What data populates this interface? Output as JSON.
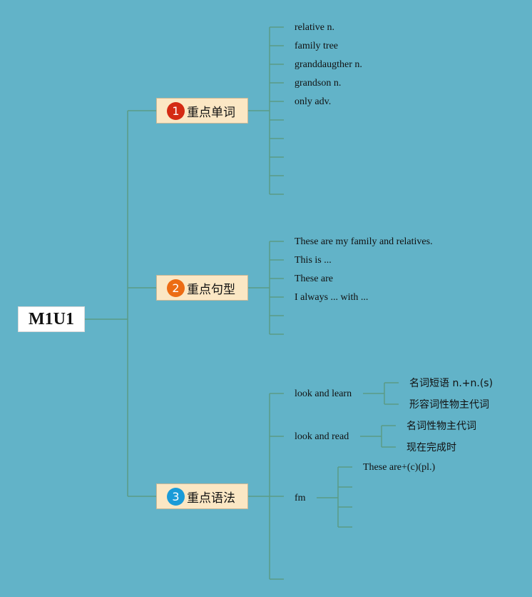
{
  "root": {
    "label": "M1U1"
  },
  "branches": [
    {
      "number": "1",
      "label": "重点单词",
      "color": "#d42a13",
      "leaves": [
        "relative n.",
        "family tree",
        "granddaugther n.",
        "grandson n.",
        "only adv."
      ]
    },
    {
      "number": "2",
      "label": "重点句型",
      "color": "#ec6c14",
      "leaves": [
        "These are my family and relatives.",
        "This is ...",
        "These are",
        "I always ... with ..."
      ]
    },
    {
      "number": "3",
      "label": "重点语法",
      "color": "#1a9bd8",
      "leaves": [
        {
          "label": "look and learn",
          "children": [
            "名词短语 n.+n.(s)",
            "形容词性物主代词"
          ]
        },
        {
          "label": "look and read",
          "children": [
            "名词性物主代词",
            "现在完成时"
          ]
        },
        {
          "label": "fm",
          "children": [
            "These are+(c)(pl.)"
          ]
        }
      ]
    }
  ],
  "colors": {
    "background": "#62b3c8",
    "line": "#5b9b86"
  }
}
